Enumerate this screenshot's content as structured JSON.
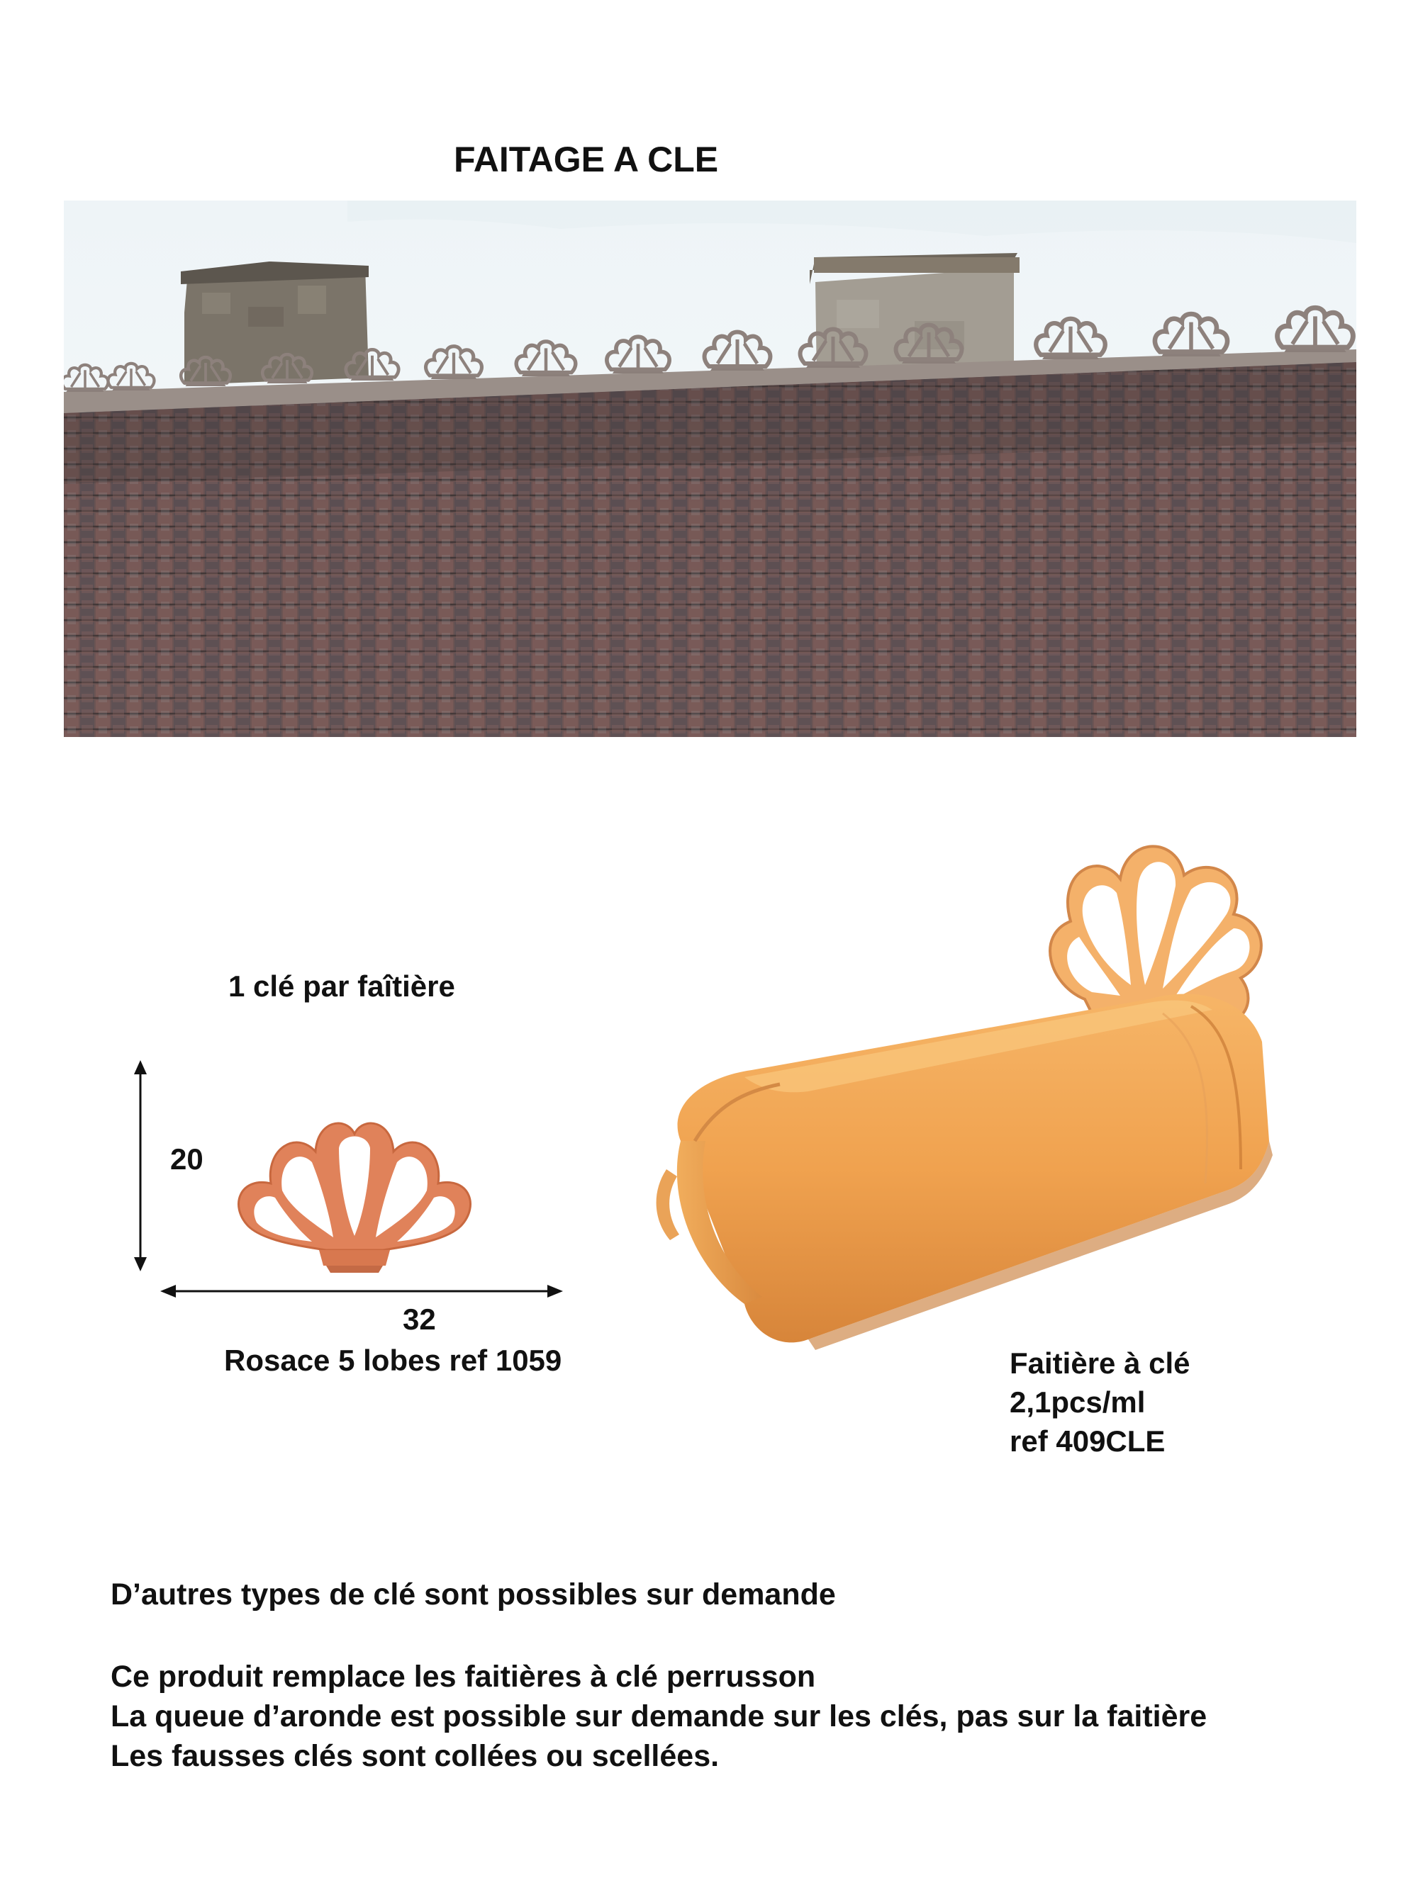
{
  "title": "FAITAGE A CLE",
  "key_label": "1 clé par faîtière",
  "dims": {
    "height": "20",
    "width": "32"
  },
  "rosace_label": "Rosace 5 lobes ref  1059",
  "faitiere": {
    "line1": "Faitière à clé",
    "line2": "2,1pcs/ml",
    "line3": "ref 409CLE"
  },
  "notes": [
    "D’autres types de clé sont possibles sur demande",
    "Ce produit  remplace les faitières à clé perrusson",
    "La queue d’aronde est possible sur demande sur les clés, pas sur la faitière",
    "Les fausses clés sont collées ou scellées."
  ]
}
